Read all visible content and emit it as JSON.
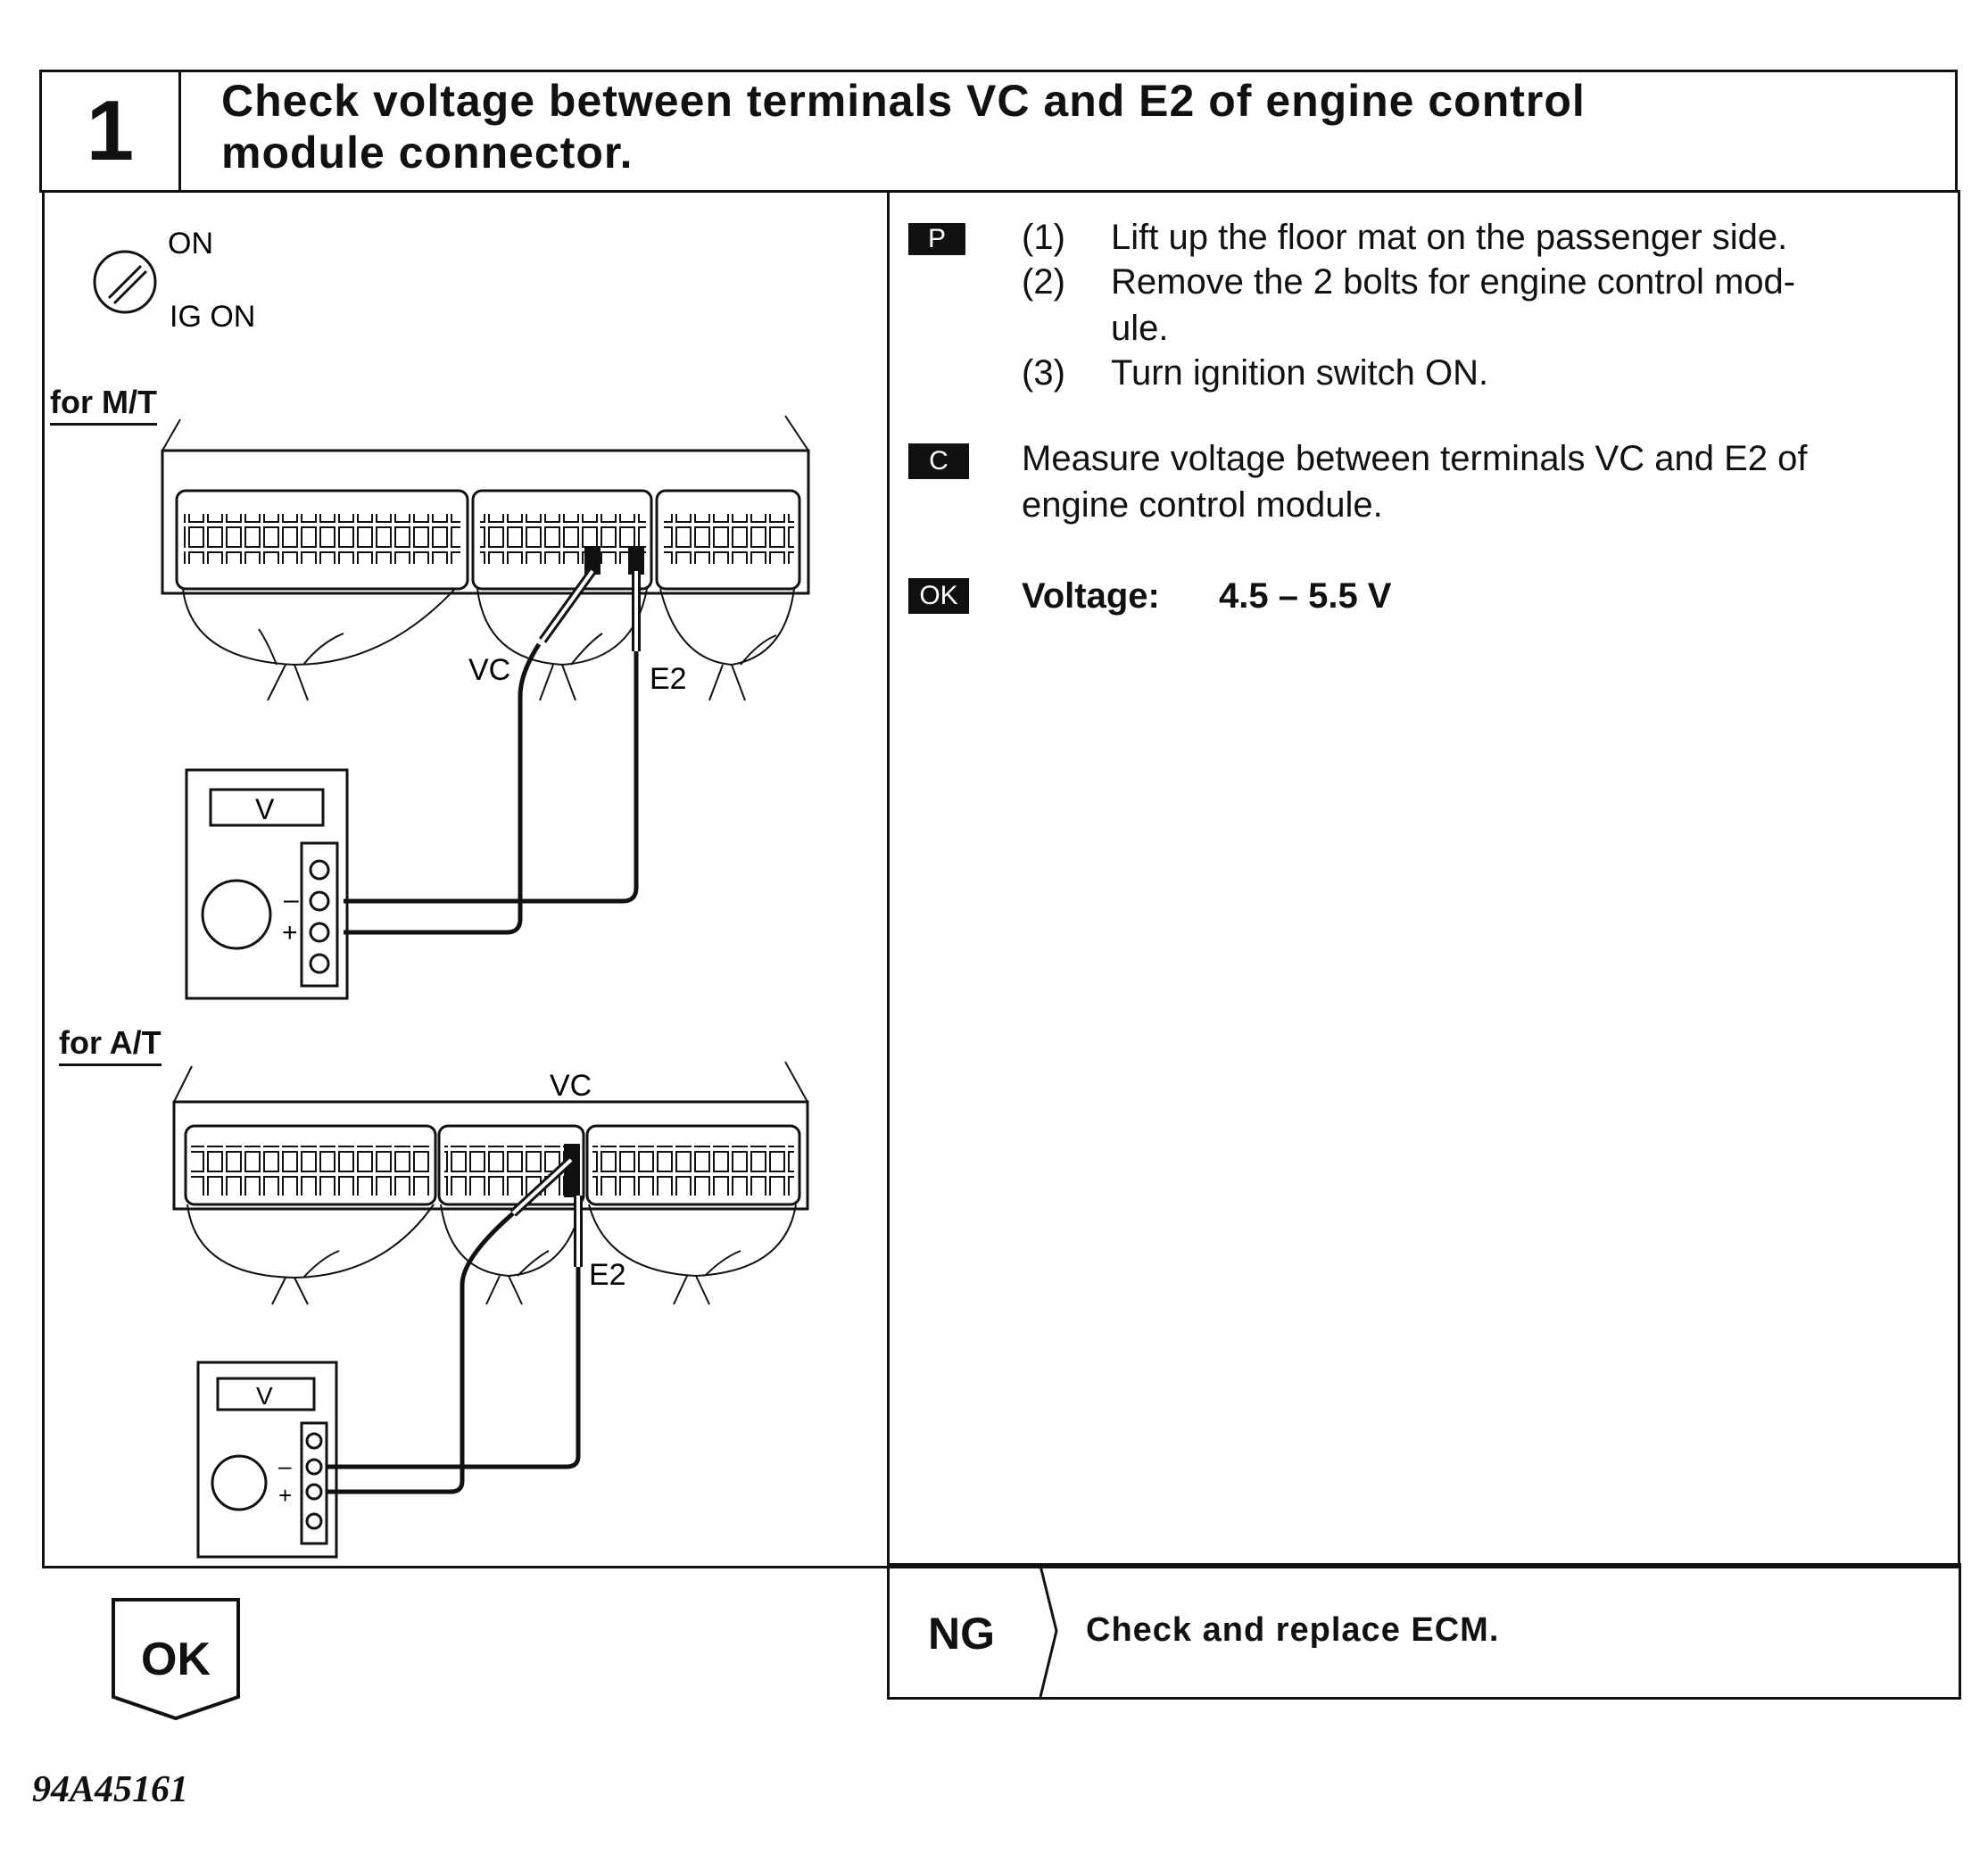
{
  "header": {
    "step_number": "1",
    "title_line1": "Check voltage between terminals VC and E2 of engine control",
    "title_line2": "module connector."
  },
  "illustration": {
    "switch_on": "ON",
    "switch_ig_on": "IG ON",
    "mt_label": "for M/T",
    "at_label": "for A/T",
    "vc_label": "VC",
    "e2_label": "E2",
    "meter_label": "V",
    "minus": "–",
    "plus": "+"
  },
  "instructions": {
    "p_badge": "P",
    "p_steps": [
      {
        "num": "(1)",
        "text": "Lift up the floor mat on the passenger side."
      },
      {
        "num": "(2)",
        "text": "Remove the 2 bolts for engine control mod-"
      },
      {
        "num": "",
        "text": "ule."
      },
      {
        "num": "(3)",
        "text": "Turn ignition switch ON."
      }
    ],
    "c_badge": "C",
    "c_line1": "Measure voltage between terminals VC and E2 of",
    "c_line2": "engine control module.",
    "ok_badge": "OK",
    "spec_label": "Voltage:",
    "spec_value": "4.5 – 5.5 V"
  },
  "result": {
    "ok_label": "OK",
    "ng_label": "NG",
    "ng_action": "Check and replace ECM."
  },
  "figure_code": "94A45161"
}
